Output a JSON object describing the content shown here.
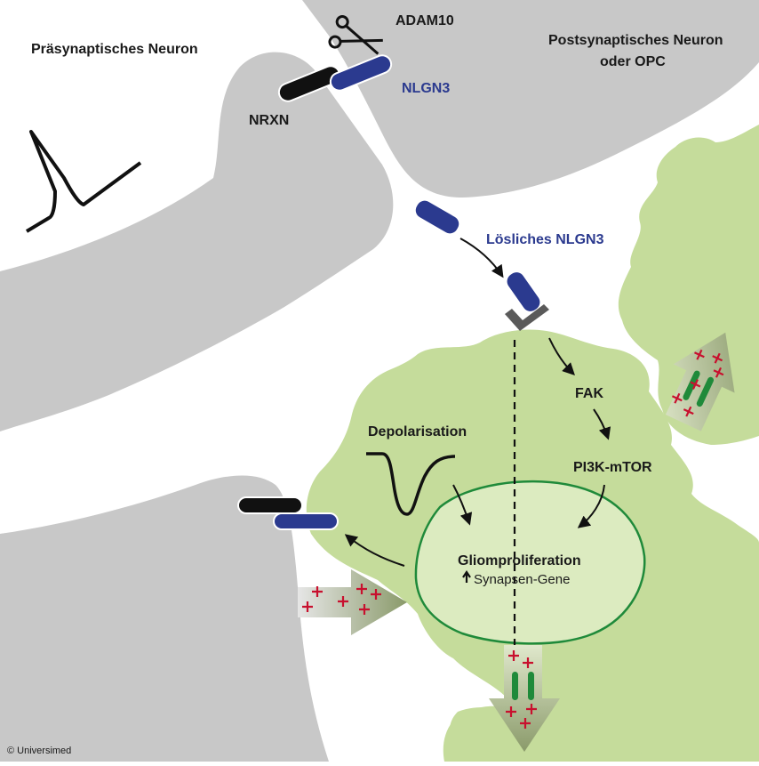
{
  "labels": {
    "presynaptic": "Präsynaptisches Neuron",
    "postsynaptic_line1": "Postsynaptisches Neuron",
    "postsynaptic_line2": "oder OPC",
    "adam10": "ADAM10",
    "nrxn": "NRXN",
    "nlgn3": "NLGN3",
    "soluble_nlgn3": "Lösliches NLGN3",
    "fak": "FAK",
    "pi3k": "PI3K-mTOR",
    "depolarisation": "Depolarisation",
    "glioproliferation": "Gliomproliferation",
    "synapse_genes": "Synapsen-Gene",
    "copyright": "© Universimed"
  },
  "colors": {
    "neuron_gray": "#c8c8c8",
    "glioma_green": "#c5dc9b",
    "nucleus_fill": "#dcebc0",
    "nucleus_stroke": "#1f8a3a",
    "nlgn3_blue": "#2b3a8f",
    "nrxn_black": "#111111",
    "receptor_gray": "#5a5a5a",
    "plus_red": "#c8102e",
    "channel_green": "#1f8a3a"
  },
  "icons": [
    "scissors-icon",
    "action-potential-icon",
    "depolarisation-trace-icon",
    "up-arrow-icon"
  ]
}
